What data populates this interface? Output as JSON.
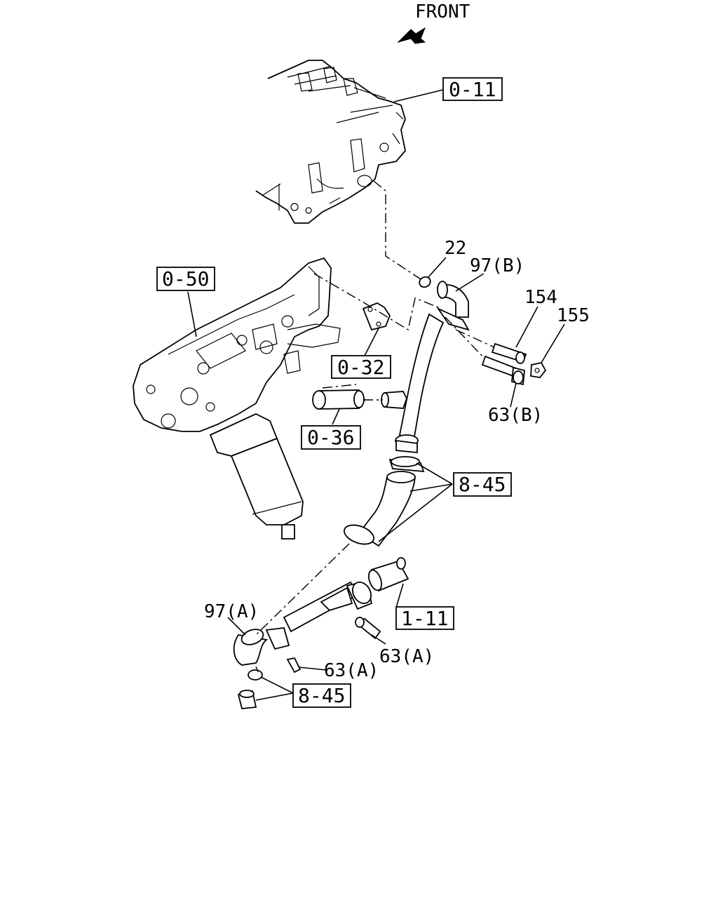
{
  "front_label": "FRONT",
  "refs": {
    "r011": "0-11",
    "r050": "0-50",
    "r032": "0-32",
    "r036": "0-36",
    "r845a": "8-45",
    "r845b": "8-45",
    "r111": "1-11"
  },
  "parts": {
    "p22": "22",
    "p97b": "97(B)",
    "p154": "154",
    "p155": "155",
    "p63b": "63(B)",
    "p97a": "97(A)",
    "p63a_left": "63(A)",
    "p63a_right": "63(A)"
  }
}
